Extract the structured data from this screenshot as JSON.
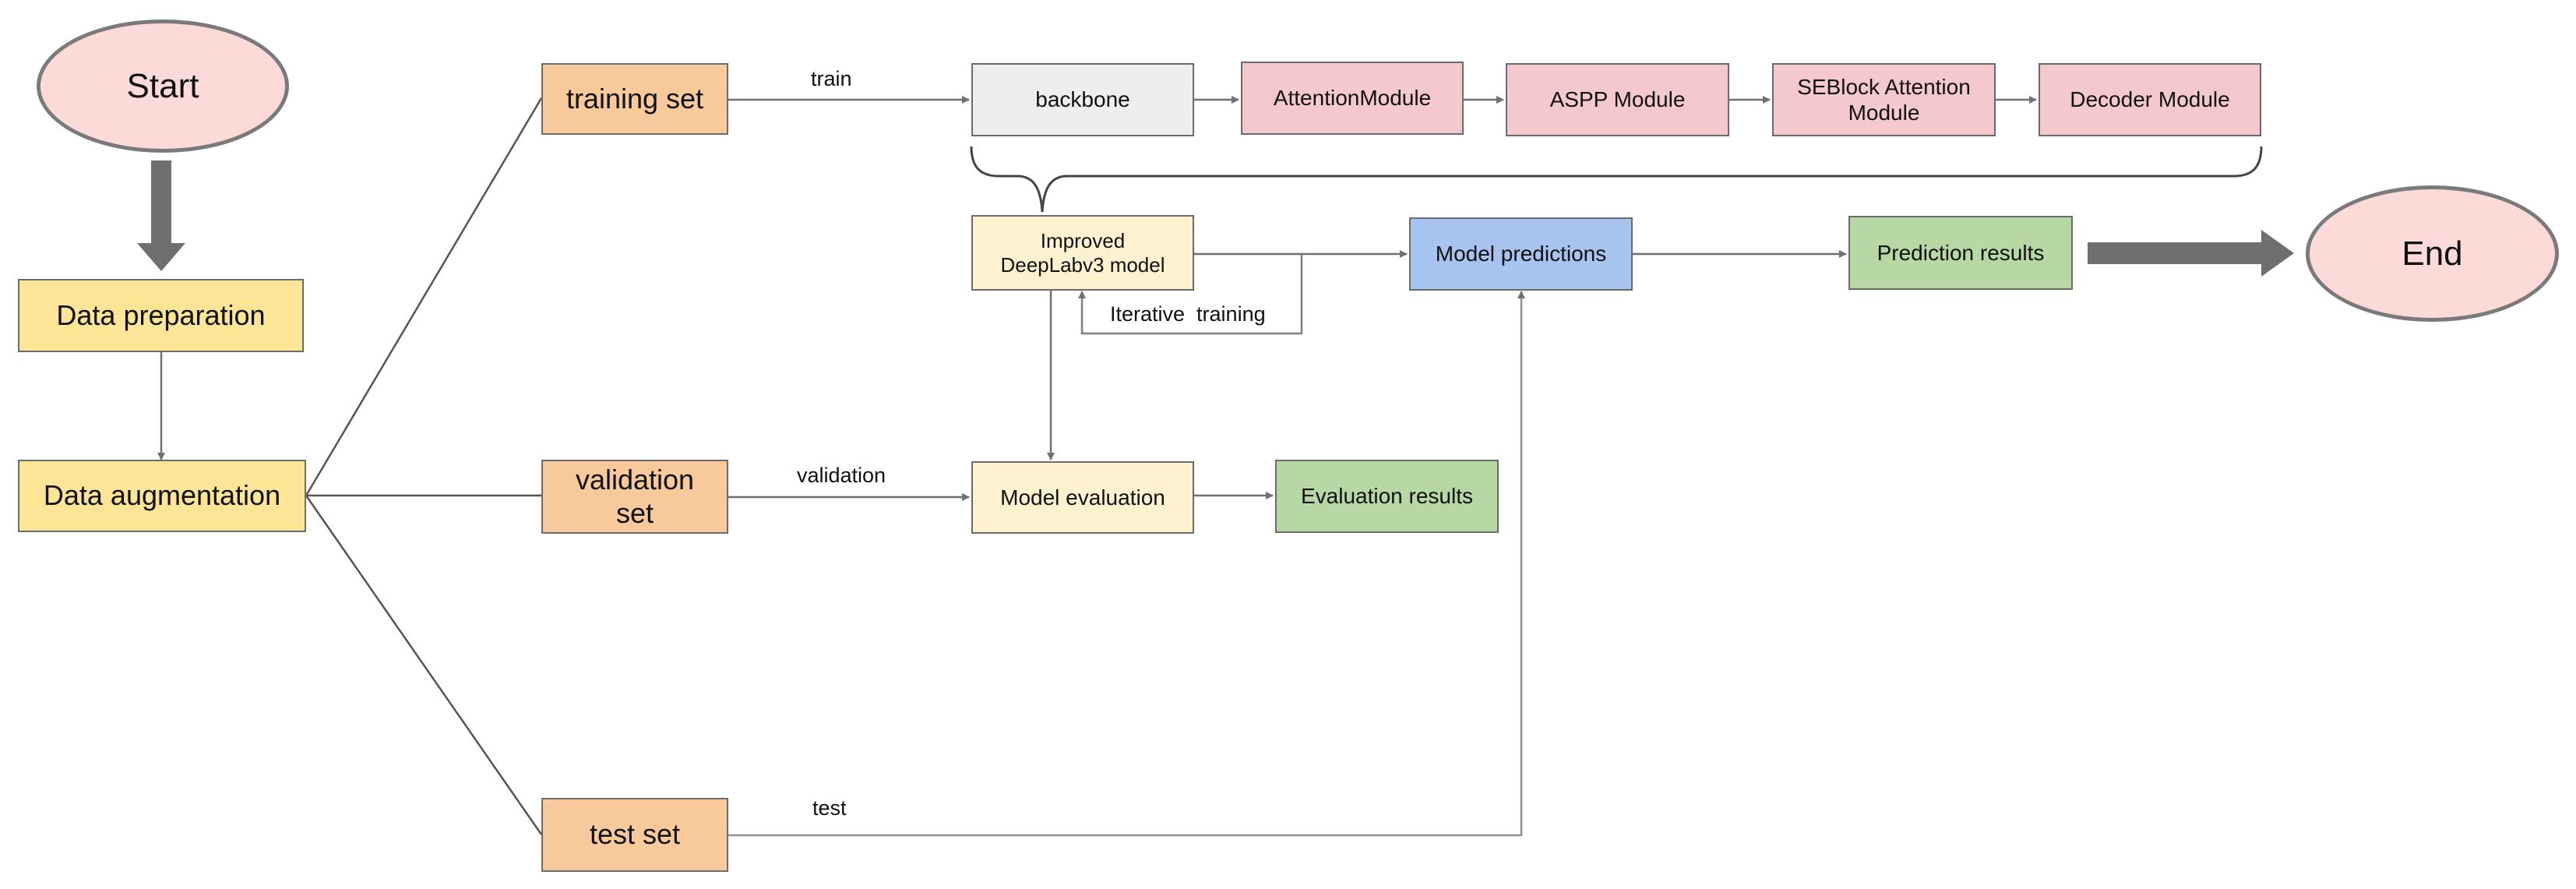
{
  "colors": {
    "oval_fill": "#fbdad8",
    "yellow": "#fde597",
    "orange": "#f8c99b",
    "light_yellow": "#fef1cf",
    "gray": "#eeeeee",
    "pink": "#f3c9cd",
    "blue": "#a7c3f0",
    "green": "#b7d8a4",
    "line": "#707070"
  },
  "nodes": {
    "start": "Start",
    "data_preparation": "Data preparation",
    "data_augmentation": "Data augmentation",
    "training_set": "training set",
    "validation_set": "validation set",
    "test_set": "test set",
    "backbone": "backbone",
    "attention_module": "AttentionModule",
    "aspp_module": "ASPP Module",
    "seblock_module": "SEBlock Attention Module",
    "decoder_module": "Decoder Module",
    "improved_model": "Improved DeepLabv3  model",
    "model_predictions": "Model predictions",
    "prediction_results": "Prediction results",
    "model_evaluation": "Model evaluation",
    "evaluation_results": "Evaluation results",
    "end": "End"
  },
  "edge_labels": {
    "train": "train",
    "validation": "validation",
    "test": "test",
    "iterative_training": "Iterative  training"
  }
}
